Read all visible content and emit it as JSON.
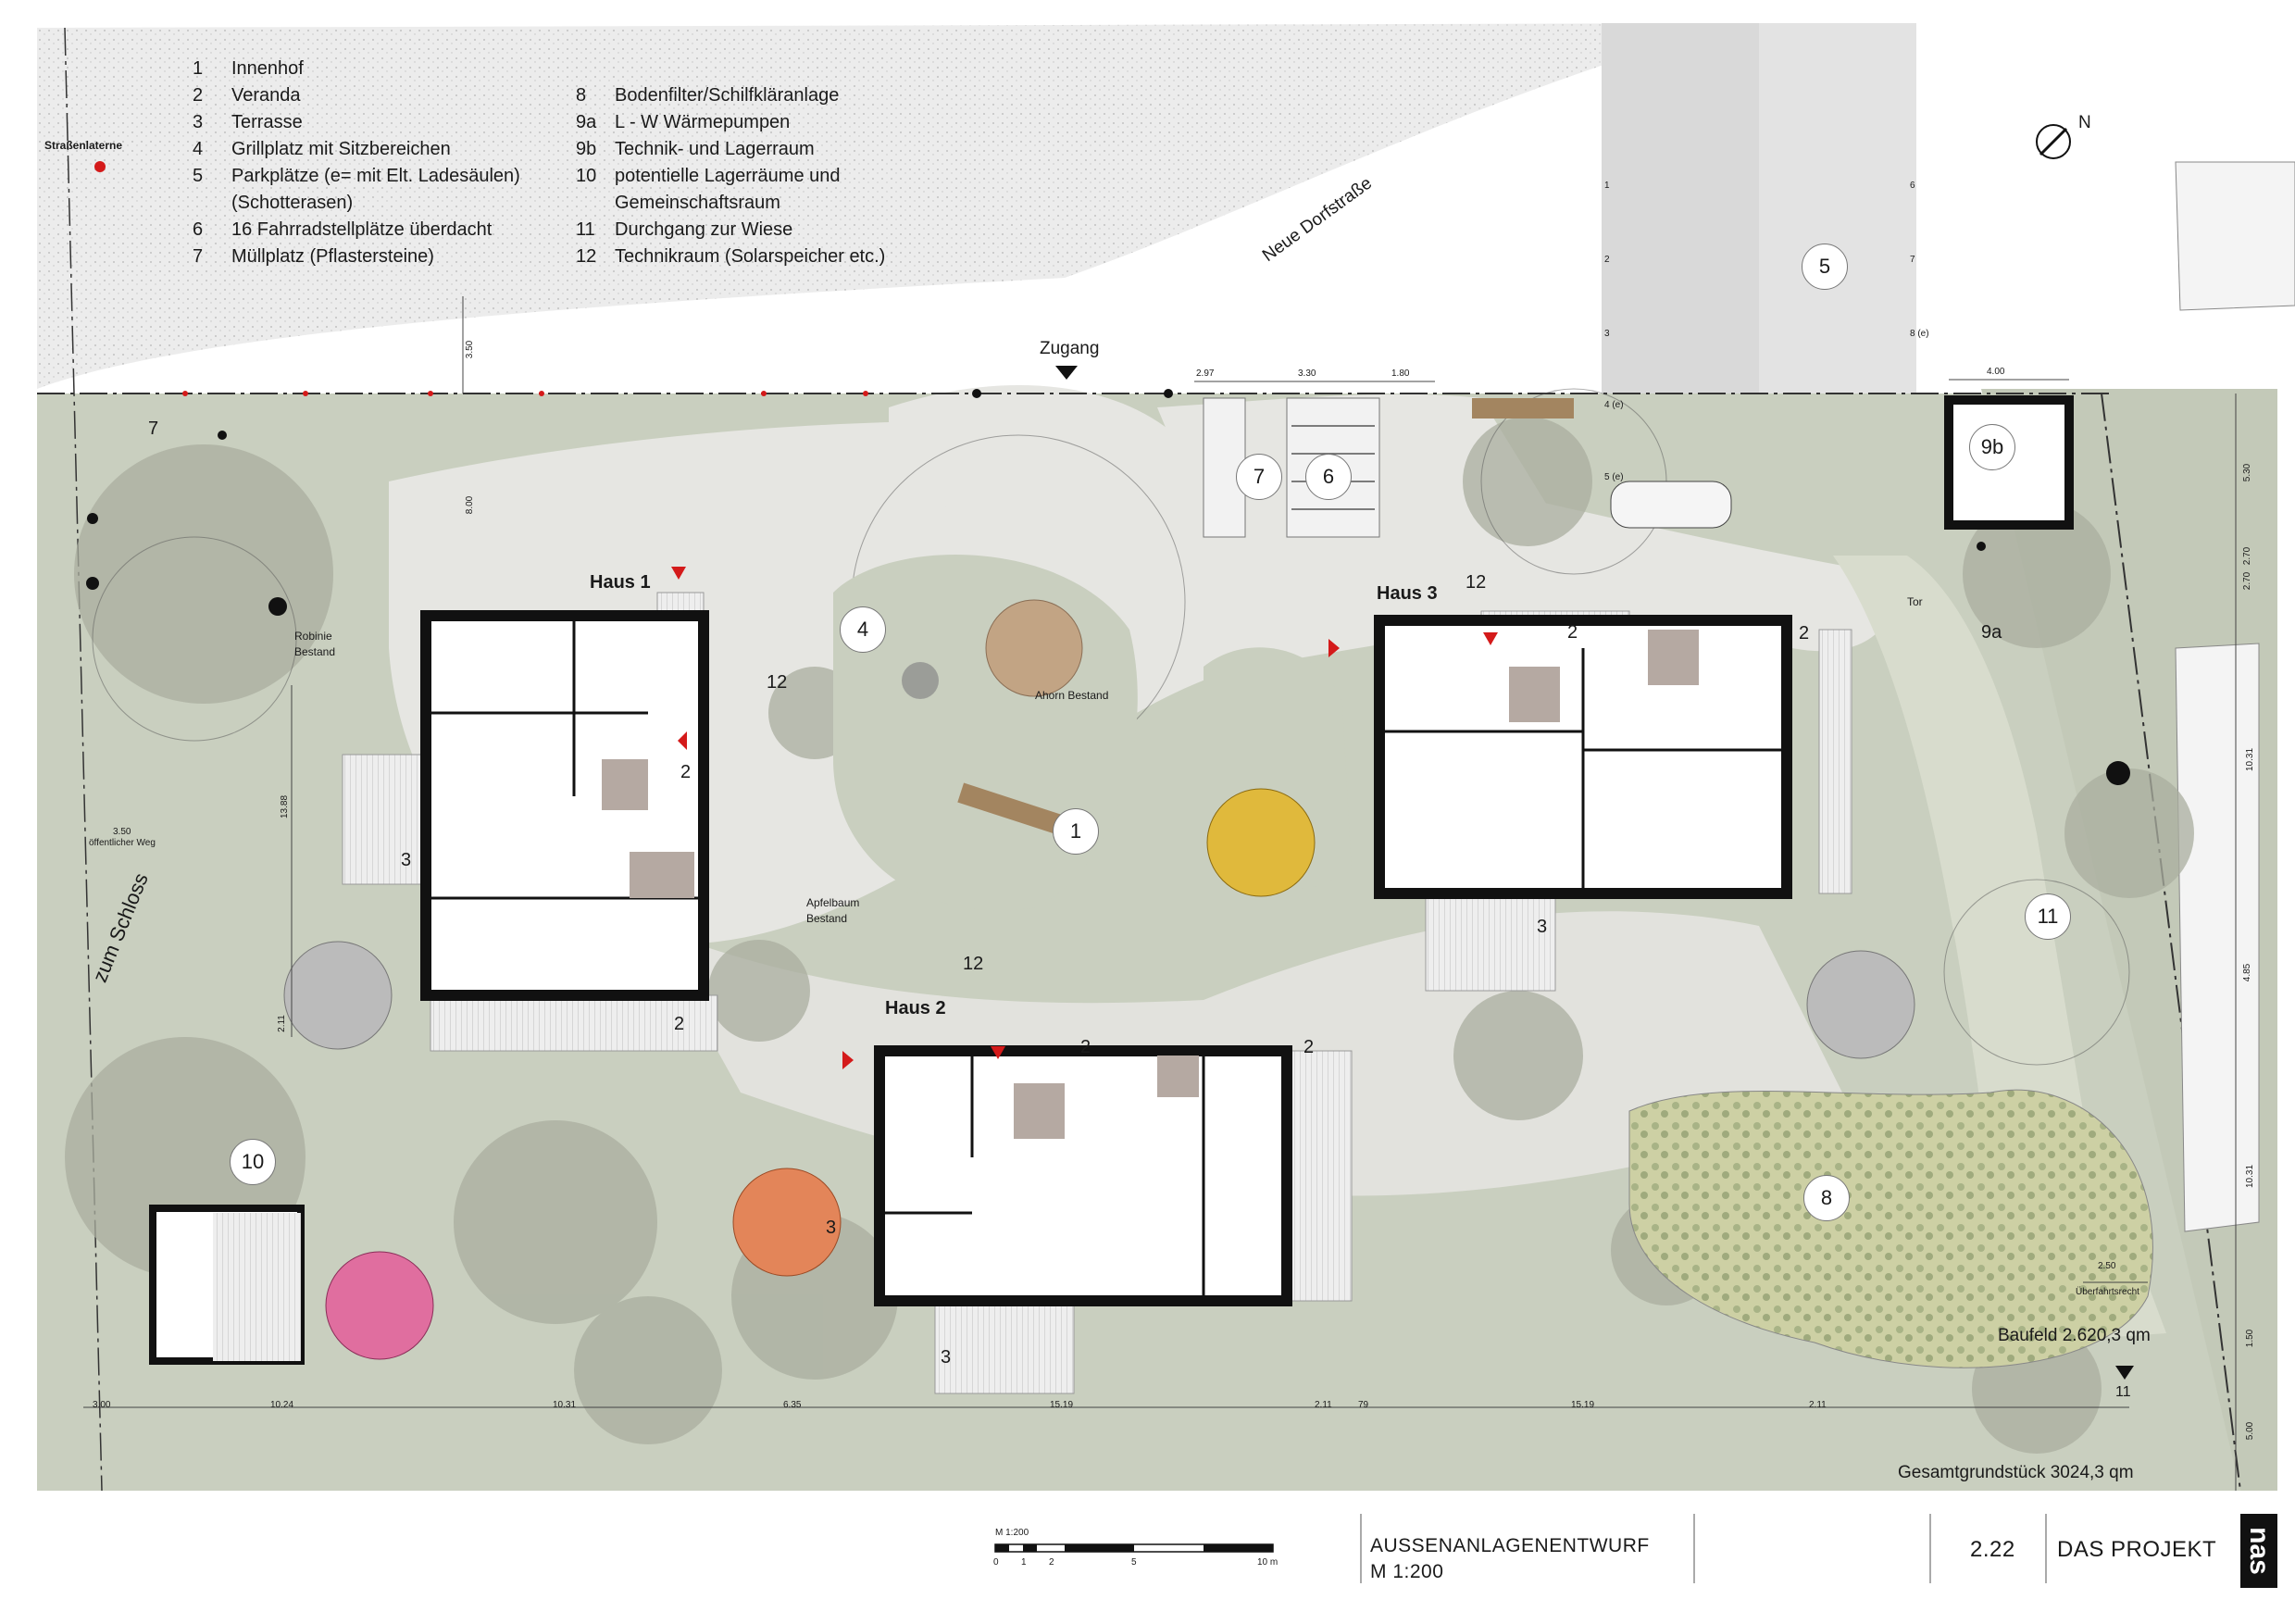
{
  "legend_left": [
    {
      "num": "1",
      "text": "Innenhof"
    },
    {
      "num": "2",
      "text": "Veranda"
    },
    {
      "num": "3",
      "text": "Terrasse"
    },
    {
      "num": "4",
      "text": "Grillplatz mit Sitzbereichen"
    },
    {
      "num": "5",
      "text": "Parkplätze (e= mit Elt. Ladesäulen)"
    },
    {
      "num": "",
      "text": "(Schotterasen)"
    },
    {
      "num": "6",
      "text": "16 Fahrradstellplätze überdacht"
    },
    {
      "num": "7",
      "text": "Müllplatz (Pflastersteine)"
    }
  ],
  "legend_right": [
    {
      "num": "8",
      "text": "Bodenfilter/Schilfkläranlage"
    },
    {
      "num": "9a",
      "text": "L - W Wärmepumpen"
    },
    {
      "num": "9b",
      "text": "Technik- und Lagerraum"
    },
    {
      "num": "10",
      "text": "potentielle Lagerräume und"
    },
    {
      "num": "",
      "text": "Gemeinschaftsraum"
    },
    {
      "num": "11",
      "text": "Durchgang zur Wiese"
    },
    {
      "num": "12",
      "text": "Technikraum (Solarspeicher etc.)"
    }
  ],
  "labels": {
    "strassenlaterne": "Straßenlaterne",
    "neue_dorfstrasse": "Neue Dorfstraße",
    "zugang": "Zugang",
    "north": "N",
    "haus1": "Haus 1",
    "haus2": "Haus 2",
    "haus3": "Haus 3",
    "robinie": "Robinie",
    "robinie_bestand": "Bestand",
    "ahorn": "Ahorn Bestand",
    "apfelbaum": "Apfelbaum",
    "apfelbaum_bestand": "Bestand",
    "oeffentlicher_weg": "öffentlicher Weg",
    "zum_schloss": "zum Schloss",
    "tor": "Tor",
    "ueberfahrtsrecht": "Überfahrtsrecht",
    "baufeld": "Baufeld 2.620,3 qm",
    "gesamt": "Gesamtgrundstück 3024,3 qm"
  },
  "circle_markers": [
    "1",
    "4",
    "5",
    "6",
    "7",
    "8",
    "9b",
    "10",
    "11"
  ],
  "plain_numbers": [
    "2",
    "2",
    "2",
    "2",
    "2",
    "2",
    "2",
    "3",
    "3",
    "3",
    "3",
    "12",
    "12",
    "12",
    "7",
    "9a",
    "11"
  ],
  "parking_numbers": [
    "1",
    "2",
    "3",
    "4 (e)",
    "5 (e)",
    "6",
    "7",
    "8 (e)"
  ],
  "dimensions": {
    "top": [
      "2.97",
      "3.30",
      "1.80",
      "4.00"
    ],
    "left": [
      "3.50",
      "8.00",
      "13.88",
      "3.50",
      "2.11"
    ],
    "right": [
      "5.30",
      "2.70",
      "2.70",
      "10.31",
      "4.85",
      "10.31",
      "1.50",
      "5.00"
    ],
    "bottom": [
      "3.00",
      "10.24",
      "10.31",
      "6.35",
      "15.19",
      "2.11",
      "79",
      "15.19",
      "2.11"
    ],
    "ueberfahrt": "2.50"
  },
  "scale_bar": {
    "title": "M 1:200",
    "ticks": [
      "0",
      "1",
      "2",
      "5",
      "10 m"
    ]
  },
  "title_block": {
    "title": "AUSSENANLAGENENTWURF",
    "scale": "M 1:200",
    "page": "2.22",
    "section": "DAS PROJEKT",
    "logo": "nas"
  },
  "colors": {
    "lawn": "#c9cfbf",
    "path": "#e6e6e2",
    "wall": "#111111",
    "accent_red": "#d41a1a",
    "umbrella_yellow": "#e0b93c",
    "umbrella_orange": "#e38559",
    "umbrella_pink": "#e06e9f",
    "umbrella_grey": "#a9a9a9",
    "reed_bed": "#c6c89a"
  }
}
